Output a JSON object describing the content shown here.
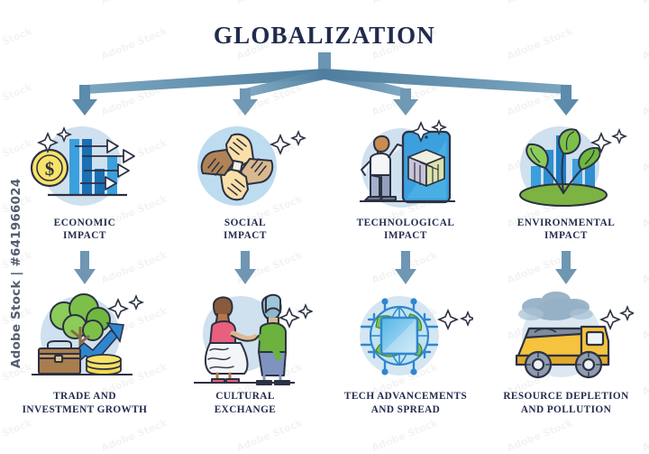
{
  "diagram": {
    "title": "GLOBALIZATION",
    "type": "outline-diagram",
    "colors": {
      "title_text": "#212b4d",
      "label_text": "#232c4e",
      "connector_blue": "#5d8bab",
      "arrow_blue": "#6f96b2",
      "icon_circle_bg": "#cfe0ef",
      "accent_blue": "#2f86d0",
      "accent_yellow": "#f2d94e",
      "accent_green": "#6cb23f",
      "outline": "#2c3142"
    },
    "top_row": [
      {
        "id": "economic",
        "label_lines": [
          "ECONOMIC",
          "IMPACT"
        ],
        "icon_name": "economic-impact-icon",
        "icon_desc": "dollar coin with bar chart and rising arrows"
      },
      {
        "id": "social",
        "label_lines": [
          "SOCIAL",
          "IMPACT"
        ],
        "icon_name": "social-impact-icon",
        "icon_desc": "four interlocking hands of different skin tones"
      },
      {
        "id": "technological",
        "label_lines": [
          "TECHNOLOGICAL",
          "IMPACT"
        ],
        "icon_name": "technological-impact-icon",
        "icon_desc": "person beside large smartphone showing 3D cube"
      },
      {
        "id": "environmental",
        "label_lines": [
          "ENVIRONMENTAL",
          "IMPACT"
        ],
        "icon_name": "environmental-impact-icon",
        "icon_desc": "green sprout with leaves in front of blue bars"
      }
    ],
    "bottom_row": [
      {
        "id": "trade",
        "label_lines": [
          "TRADE AND",
          "INVESTMENT GROWTH"
        ],
        "icon_name": "trade-investment-growth-icon",
        "icon_desc": "tree growing with briefcase, coins and upward arrow"
      },
      {
        "id": "cultural",
        "label_lines": [
          "CULTURAL",
          "EXCHANGE"
        ],
        "icon_name": "cultural-exchange-icon",
        "icon_desc": "two people in traditional dress shaking hands"
      },
      {
        "id": "tech-spread",
        "label_lines": [
          "TECH ADVANCEMENTS",
          "AND SPREAD"
        ],
        "icon_name": "tech-advancements-spread-icon",
        "icon_desc": "globe overlaid with microchip and circuit traces"
      },
      {
        "id": "resource",
        "label_lines": [
          "RESOURCE DEPLETION",
          "AND POLLUTION"
        ],
        "icon_name": "resource-depletion-pollution-icon",
        "icon_desc": "yellow mining dump truck with smoke cloud"
      }
    ],
    "connector": {
      "name": "branching-bracket-connector",
      "branches": 4
    },
    "mid_arrows": {
      "name": "down-arrow",
      "count": 4
    }
  },
  "watermark": {
    "left_text": "Adobe Stock | #641966024",
    "tile_text": "Adobe Stock"
  }
}
